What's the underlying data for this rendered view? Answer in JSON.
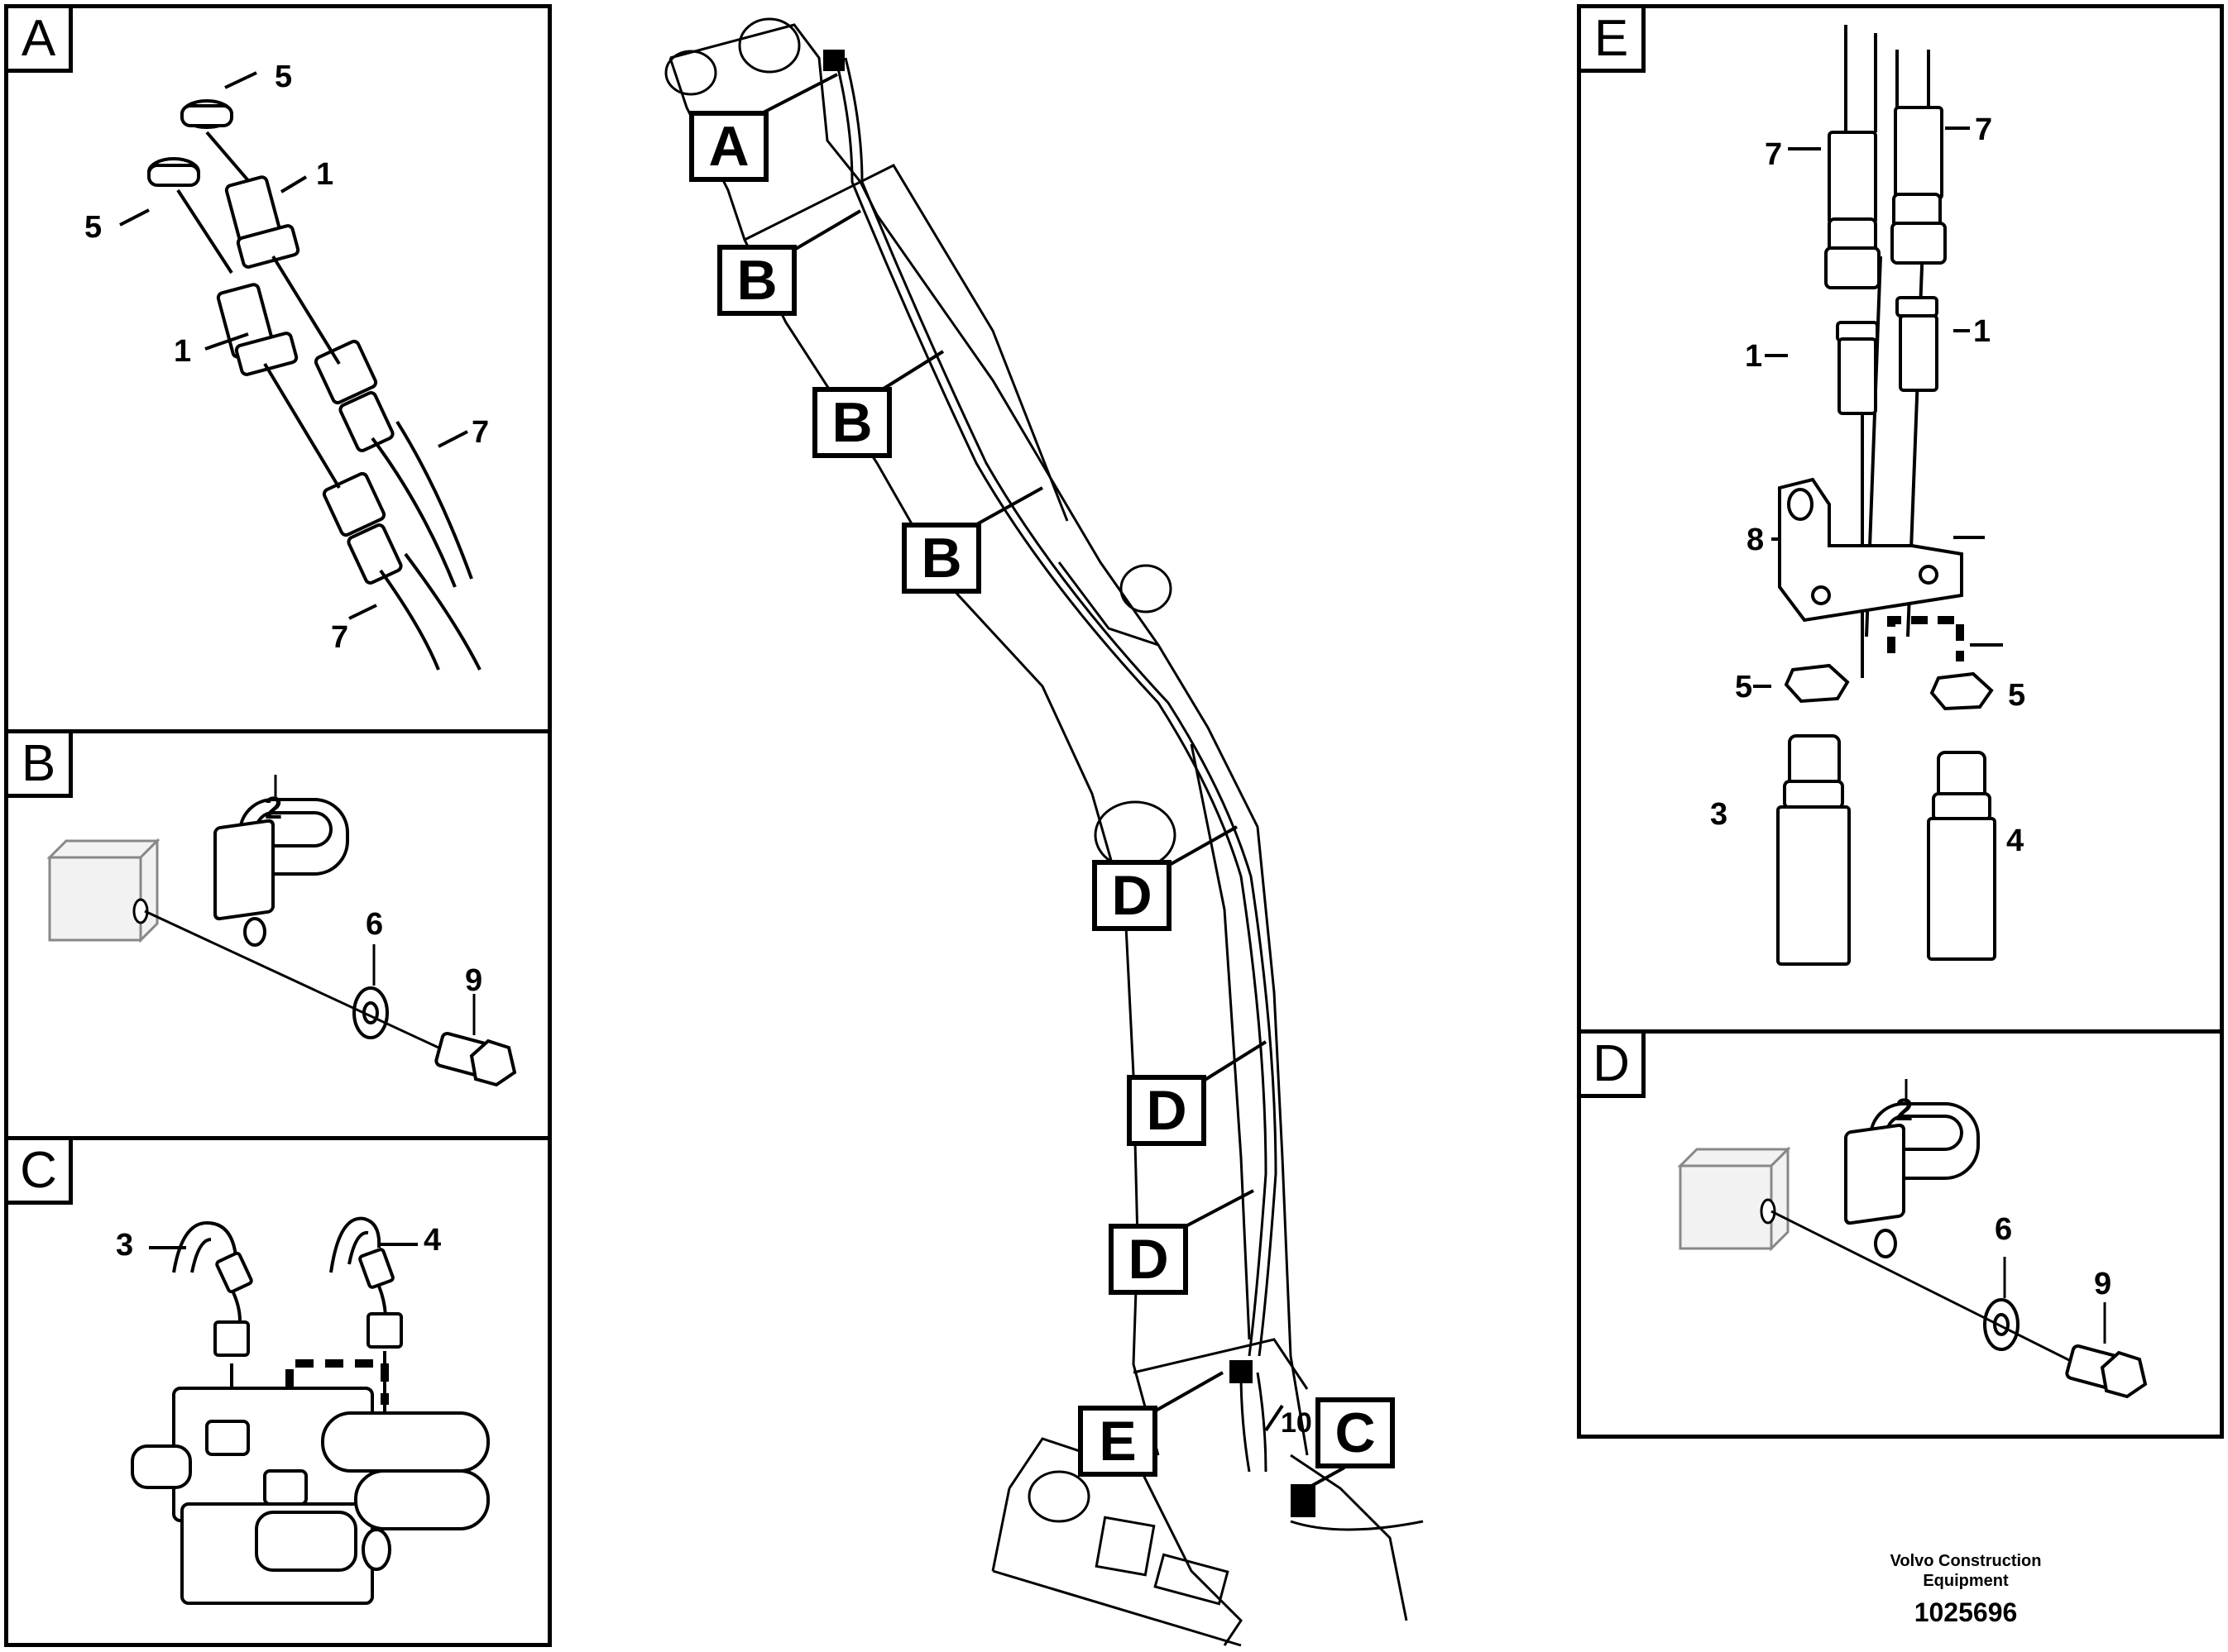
{
  "panels": {
    "A": {
      "letter": "A",
      "labels": {
        "p5a": "5",
        "p5b": "5",
        "p1a": "1",
        "p1b": "1",
        "p7a": "7",
        "p7b": "7"
      }
    },
    "B": {
      "letter": "B",
      "labels": {
        "p2": "2",
        "p6": "6",
        "p9": "9"
      }
    },
    "C": {
      "letter": "C",
      "labels": {
        "p3": "3",
        "p4": "4"
      }
    },
    "E": {
      "letter": "E",
      "labels": {
        "p7a": "7",
        "p7b": "7",
        "p1a": "1",
        "p1b": "1",
        "p8": "8",
        "p5a": "5",
        "p5b": "5",
        "p3": "3",
        "p4": "4"
      }
    },
    "D": {
      "letter": "D",
      "labels": {
        "p2": "2",
        "p6": "6",
        "p9": "9"
      }
    }
  },
  "boom_callouts": [
    "A",
    "B",
    "B",
    "B",
    "D",
    "D",
    "D",
    "E",
    "C"
  ],
  "boom_part_label": "10",
  "footer": {
    "company_line1": "Volvo Construction",
    "company_line2": "Equipment",
    "doc_number": "1025696"
  }
}
